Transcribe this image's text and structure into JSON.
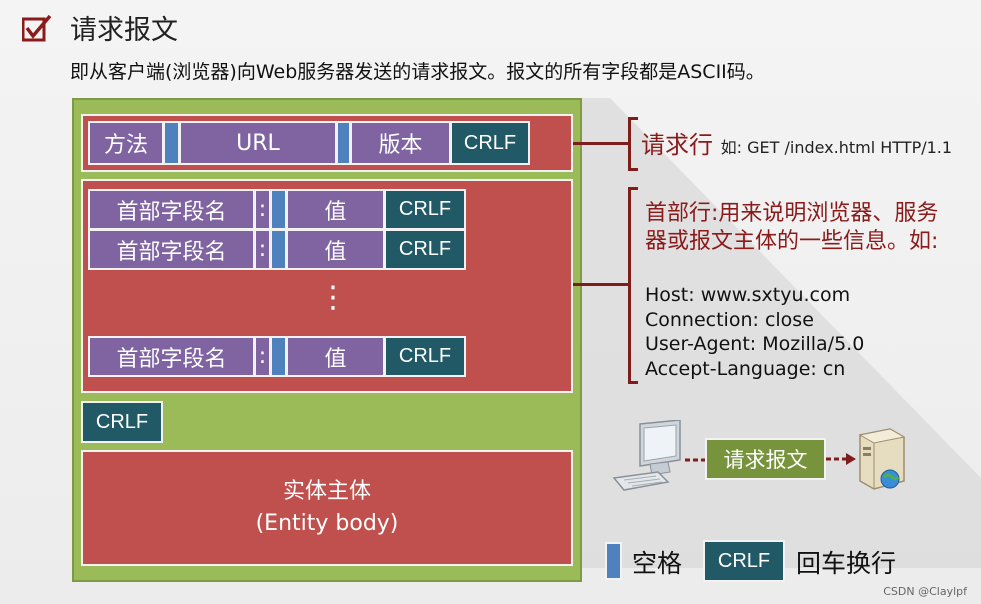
{
  "title": "请求报文",
  "subtitle": "即从客户端(浏览器)向Web服务器发送的请求报文。报文的所有字段都是ASCII码。",
  "request_line": {
    "method": "方法",
    "url": "URL",
    "version": "版本",
    "crlf": "CRLF"
  },
  "header_rows": [
    {
      "name": "首部字段名",
      "colon": ":",
      "value": "值",
      "crlf": "CRLF"
    },
    {
      "name": "首部字段名",
      "colon": ":",
      "value": "值",
      "crlf": "CRLF"
    },
    {
      "name": "首部字段名",
      "colon": ":",
      "value": "值",
      "crlf": "CRLF"
    }
  ],
  "ellipsis": "⋮",
  "blank_line_crlf": "CRLF",
  "body": {
    "line1": "实体主体",
    "line2": "(Entity body)"
  },
  "annotation_request_line": {
    "label": "请求行",
    "example": "如: GET /index.html HTTP/1.1"
  },
  "annotation_headers": {
    "description": "首部行:用来说明浏览器、服务器或报文主体的一些信息。如:",
    "examples": [
      "Host: www.sxtyu.com",
      "Connection: close",
      "User-Agent: Mozilla/5.0",
      "Accept-Language: cn"
    ]
  },
  "flow": {
    "label": "请求报文",
    "client_icon": "computer-icon",
    "server_icon": "server-icon"
  },
  "legend": {
    "space_label": "空格",
    "crlf_box": "CRLF",
    "crlf_label": "回车换行"
  },
  "watermark": "CSDN @Claylpf",
  "colors": {
    "purple": "#8064a2",
    "teal": "#215967",
    "space_blue": "#4f81bd",
    "red": "#c0504d",
    "green": "#9bbb59",
    "dark_red": "#7f1d1d"
  }
}
